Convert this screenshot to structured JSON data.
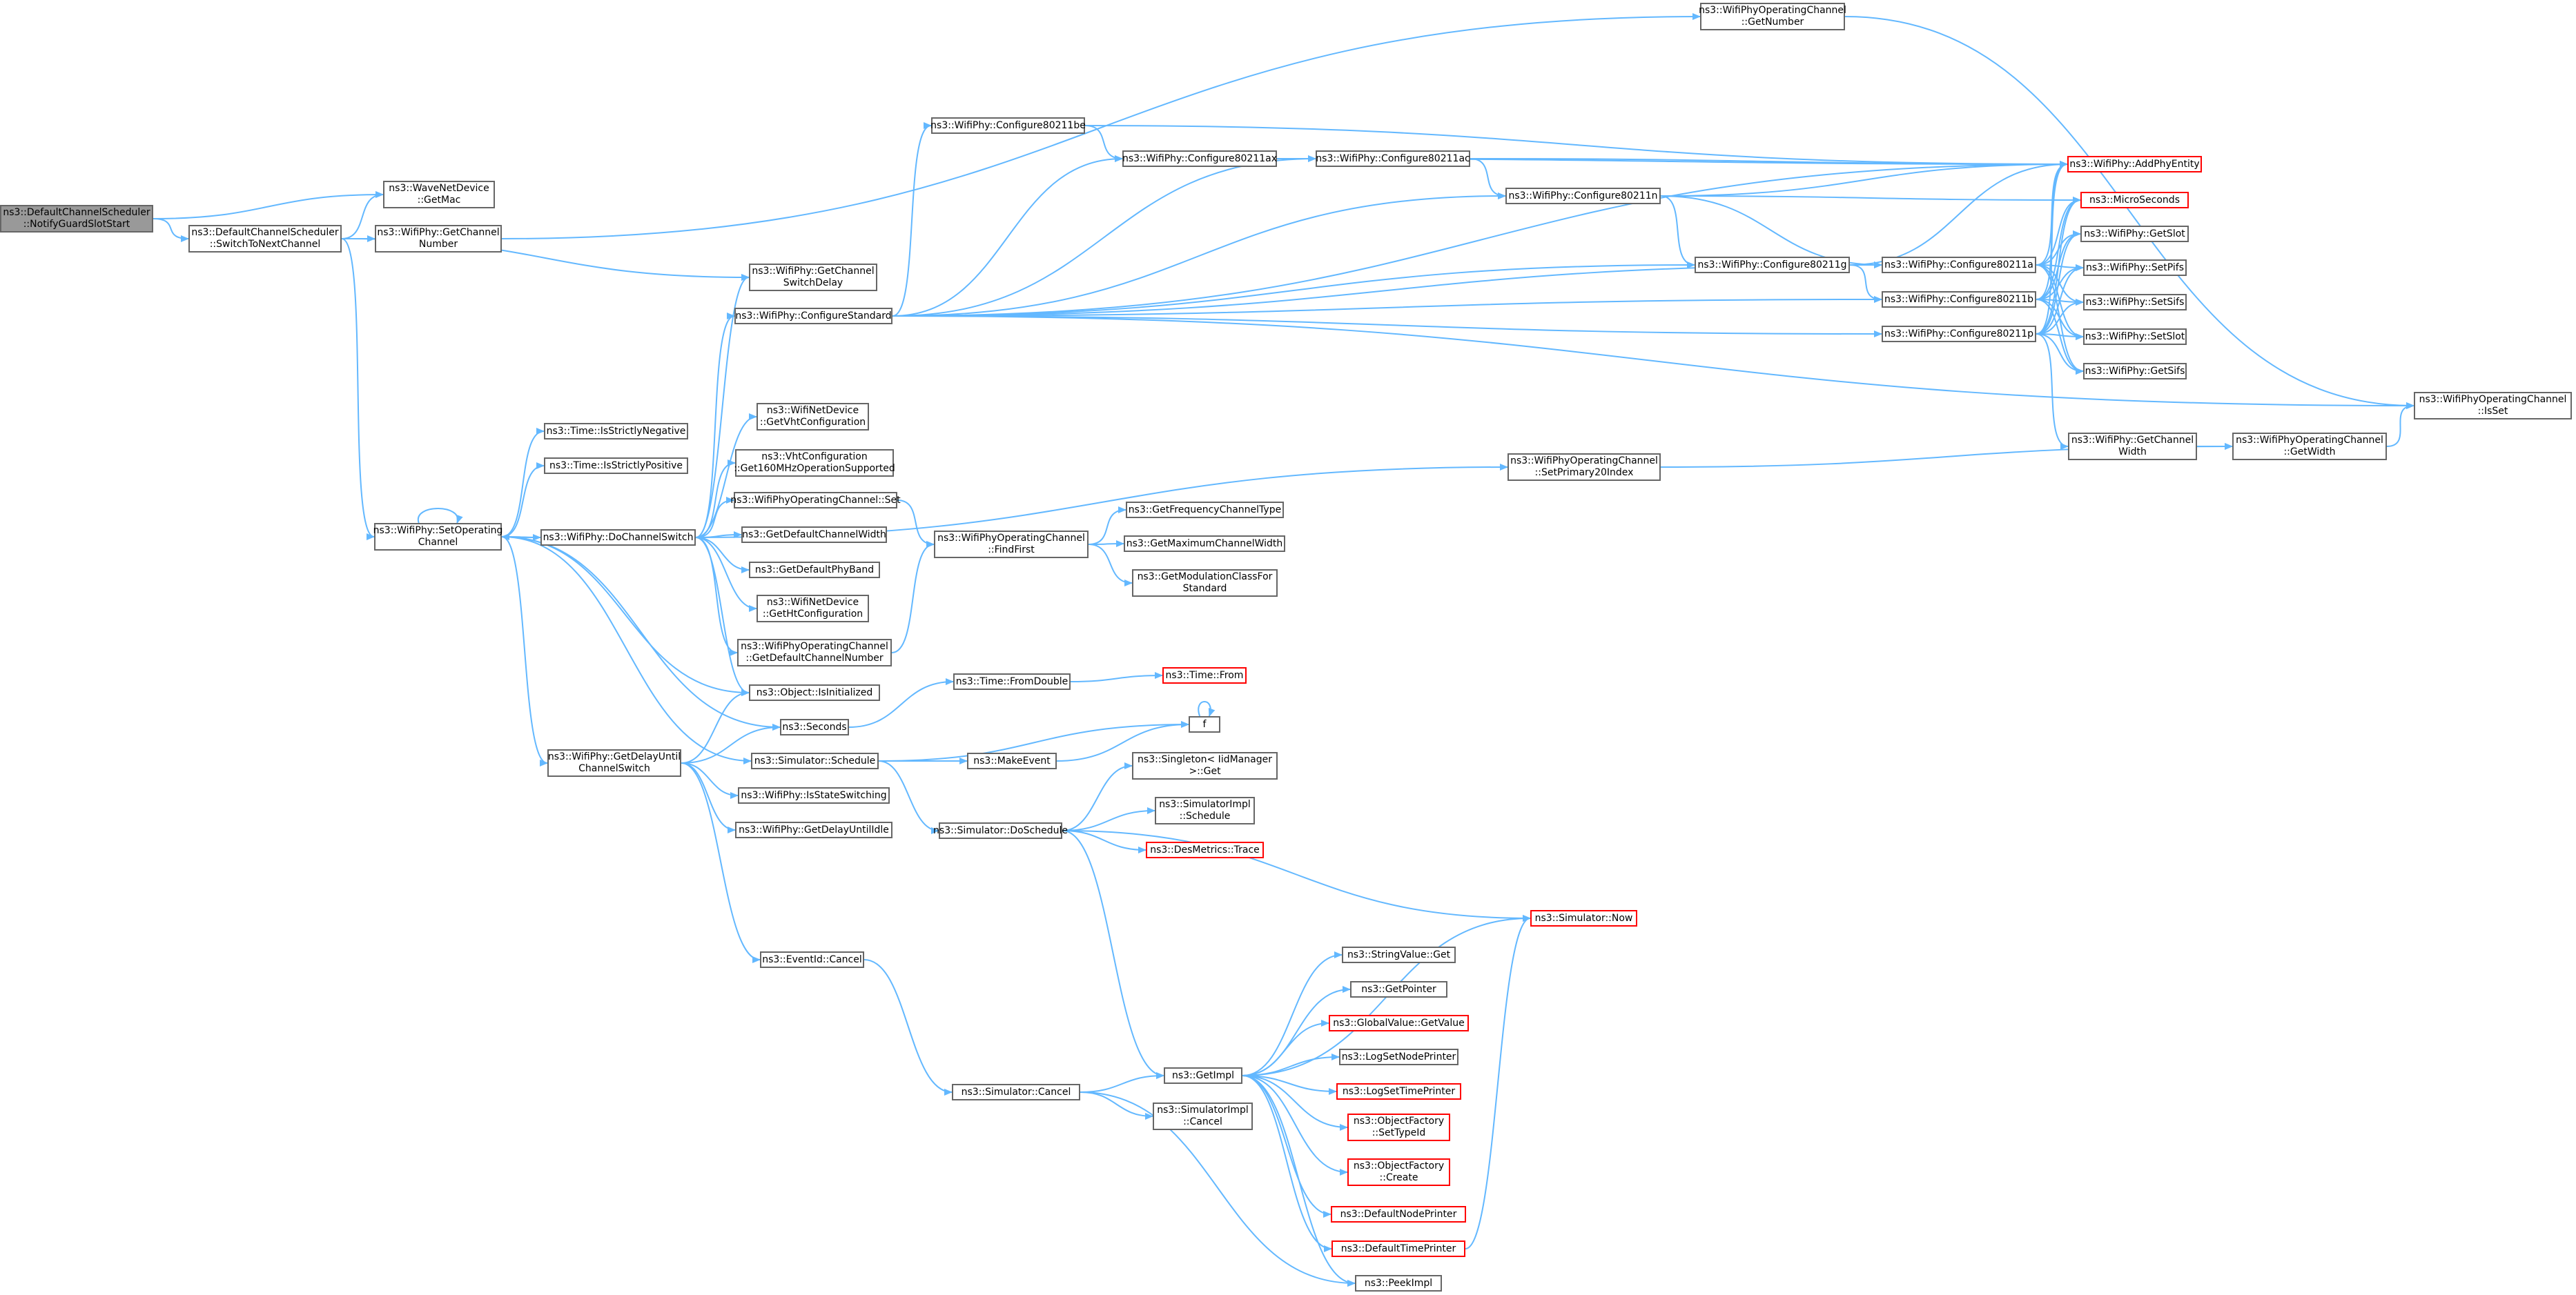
{
  "colors": {
    "edge": "#63b8ff",
    "border": "#666666",
    "truncated_border": "#ff0000",
    "root_fill": "#999999"
  },
  "nodes": [
    {
      "id": "root",
      "lines": [
        "ns3::DefaultChannelScheduler",
        "::NotifyGuardSlotStart"
      ],
      "style": "root"
    },
    {
      "id": "switch",
      "lines": [
        "ns3::DefaultChannelScheduler",
        "::SwitchToNextChannel"
      ]
    },
    {
      "id": "getmac",
      "lines": [
        "ns3::WaveNetDevice",
        "::GetMac"
      ]
    },
    {
      "id": "getchnum",
      "lines": [
        "ns3::WifiPhy::GetChannel",
        "Number"
      ]
    },
    {
      "id": "opgetnum",
      "lines": [
        "ns3::WifiPhyOperatingChannel",
        "::GetNumber"
      ]
    },
    {
      "id": "switchdelay",
      "lines": [
        "ns3::WifiPhy::GetChannel",
        "SwitchDelay"
      ]
    },
    {
      "id": "confstd",
      "lines": [
        "ns3::WifiPhy::ConfigureStandard"
      ]
    },
    {
      "id": "c80211be",
      "lines": [
        "ns3::WifiPhy::Configure80211be"
      ]
    },
    {
      "id": "c80211ax",
      "lines": [
        "ns3::WifiPhy::Configure80211ax"
      ]
    },
    {
      "id": "c80211ac",
      "lines": [
        "ns3::WifiPhy::Configure80211ac"
      ]
    },
    {
      "id": "c80211n",
      "lines": [
        "ns3::WifiPhy::Configure80211n"
      ]
    },
    {
      "id": "c80211g",
      "lines": [
        "ns3::WifiPhy::Configure80211g"
      ]
    },
    {
      "id": "c80211a",
      "lines": [
        "ns3::WifiPhy::Configure80211a"
      ]
    },
    {
      "id": "c80211b",
      "lines": [
        "ns3::WifiPhy::Configure80211b"
      ]
    },
    {
      "id": "c80211p",
      "lines": [
        "ns3::WifiPhy::Configure80211p"
      ]
    },
    {
      "id": "addphy",
      "lines": [
        "ns3::WifiPhy::AddPhyEntity"
      ],
      "style": "red"
    },
    {
      "id": "micro",
      "lines": [
        "ns3::MicroSeconds"
      ],
      "style": "red"
    },
    {
      "id": "getslot",
      "lines": [
        "ns3::WifiPhy::GetSlot"
      ]
    },
    {
      "id": "setpifs",
      "lines": [
        "ns3::WifiPhy::SetPifs"
      ]
    },
    {
      "id": "setsifs",
      "lines": [
        "ns3::WifiPhy::SetSifs"
      ]
    },
    {
      "id": "setslot",
      "lines": [
        "ns3::WifiPhy::SetSlot"
      ]
    },
    {
      "id": "getsifs",
      "lines": [
        "ns3::WifiPhy::GetSifs"
      ]
    },
    {
      "id": "isset",
      "lines": [
        "ns3::WifiPhyOperatingChannel",
        "::IsSet"
      ]
    },
    {
      "id": "getchwidth",
      "lines": [
        "ns3::WifiPhy::GetChannel",
        "Width"
      ]
    },
    {
      "id": "opgetwidth",
      "lines": [
        "ns3::WifiPhyOperatingChannel",
        "::GetWidth"
      ]
    },
    {
      "id": "setprim",
      "lines": [
        "ns3::WifiPhyOperatingChannel",
        "::SetPrimary20Index"
      ]
    },
    {
      "id": "strictneg",
      "lines": [
        "ns3::Time::IsStrictlyNegative"
      ]
    },
    {
      "id": "strictpos",
      "lines": [
        "ns3::Time::IsStrictlyPositive"
      ]
    },
    {
      "id": "setop",
      "lines": [
        "ns3::WifiPhy::SetOperating",
        "Channel"
      ]
    },
    {
      "id": "dochsw",
      "lines": [
        "ns3::WifiPhy::DoChannelSwitch"
      ]
    },
    {
      "id": "getvht",
      "lines": [
        "ns3::WifiNetDevice",
        "::GetVhtConfiguration"
      ]
    },
    {
      "id": "vht160",
      "lines": [
        "ns3::VhtConfiguration",
        "::Get160MHzOperationSupported"
      ]
    },
    {
      "id": "opset",
      "lines": [
        "ns3::WifiPhyOperatingChannel::Set"
      ]
    },
    {
      "id": "defwidth",
      "lines": [
        "ns3::GetDefaultChannelWidth"
      ]
    },
    {
      "id": "defband",
      "lines": [
        "ns3::GetDefaultPhyBand"
      ]
    },
    {
      "id": "getht",
      "lines": [
        "ns3::WifiNetDevice",
        "::GetHtConfiguration"
      ]
    },
    {
      "id": "defchnum",
      "lines": [
        "ns3::WifiPhyOperatingChannel",
        "::GetDefaultChannelNumber"
      ]
    },
    {
      "id": "findfirst",
      "lines": [
        "ns3::WifiPhyOperatingChannel",
        "::FindFirst"
      ]
    },
    {
      "id": "freqtype",
      "lines": [
        "ns3::GetFrequencyChannelType"
      ]
    },
    {
      "id": "maxwidth",
      "lines": [
        "ns3::GetMaximumChannelWidth"
      ]
    },
    {
      "id": "modclass",
      "lines": [
        "ns3::GetModulationClassFor",
        "Standard"
      ]
    },
    {
      "id": "isinit",
      "lines": [
        "ns3::Object::IsInitialized"
      ]
    },
    {
      "id": "seconds",
      "lines": [
        "ns3::Seconds"
      ]
    },
    {
      "id": "fromdouble",
      "lines": [
        "ns3::Time::FromDouble"
      ]
    },
    {
      "id": "timefrom",
      "lines": [
        "ns3::Time::From"
      ],
      "style": "red"
    },
    {
      "id": "f",
      "lines": [
        "f"
      ]
    },
    {
      "id": "delayuntil",
      "lines": [
        "ns3::WifiPhy::GetDelayUntil",
        "ChannelSwitch"
      ]
    },
    {
      "id": "simsched",
      "lines": [
        "ns3::Simulator::Schedule"
      ]
    },
    {
      "id": "makeevent",
      "lines": [
        "ns3::MakeEvent"
      ]
    },
    {
      "id": "isstatesw",
      "lines": [
        "ns3::WifiPhy::IsStateSwitching"
      ]
    },
    {
      "id": "delayidle",
      "lines": [
        "ns3::WifiPhy::GetDelayUntilIdle"
      ]
    },
    {
      "id": "singleton",
      "lines": [
        "ns3::Singleton< IidManager",
        ">::Get"
      ]
    },
    {
      "id": "simimplsched",
      "lines": [
        "ns3::SimulatorImpl",
        "::Schedule"
      ]
    },
    {
      "id": "desmetrics",
      "lines": [
        "ns3::DesMetrics::Trace"
      ],
      "style": "red"
    },
    {
      "id": "doschedule",
      "lines": [
        "ns3::Simulator::DoSchedule"
      ]
    },
    {
      "id": "simnow",
      "lines": [
        "ns3::Simulator::Now"
      ],
      "style": "red"
    },
    {
      "id": "strvalget",
      "lines": [
        "ns3::StringValue::Get"
      ]
    },
    {
      "id": "getpointer",
      "lines": [
        "ns3::GetPointer"
      ]
    },
    {
      "id": "globalval",
      "lines": [
        "ns3::GlobalValue::GetValue"
      ],
      "style": "red"
    },
    {
      "id": "lognode",
      "lines": [
        "ns3::LogSetNodePrinter"
      ]
    },
    {
      "id": "logtime",
      "lines": [
        "ns3::LogSetTimePrinter"
      ],
      "style": "red"
    },
    {
      "id": "ofsettype",
      "lines": [
        "ns3::ObjectFactory",
        "::SetTypeId"
      ],
      "style": "red"
    },
    {
      "id": "ofcreate",
      "lines": [
        "ns3::ObjectFactory",
        "::Create"
      ],
      "style": "red"
    },
    {
      "id": "defnode",
      "lines": [
        "ns3::DefaultNodePrinter"
      ],
      "style": "red"
    },
    {
      "id": "deftime",
      "lines": [
        "ns3::DefaultTimePrinter"
      ],
      "style": "red"
    },
    {
      "id": "peekimpl",
      "lines": [
        "ns3::PeekImpl"
      ]
    },
    {
      "id": "eventcancel",
      "lines": [
        "ns3::EventId::Cancel"
      ]
    },
    {
      "id": "simcancel",
      "lines": [
        "ns3::Simulator::Cancel"
      ]
    },
    {
      "id": "getimpl",
      "lines": [
        "ns3::GetImpl"
      ]
    },
    {
      "id": "simimplcancel",
      "lines": [
        "ns3::SimulatorImpl",
        "::Cancel"
      ]
    }
  ]
}
